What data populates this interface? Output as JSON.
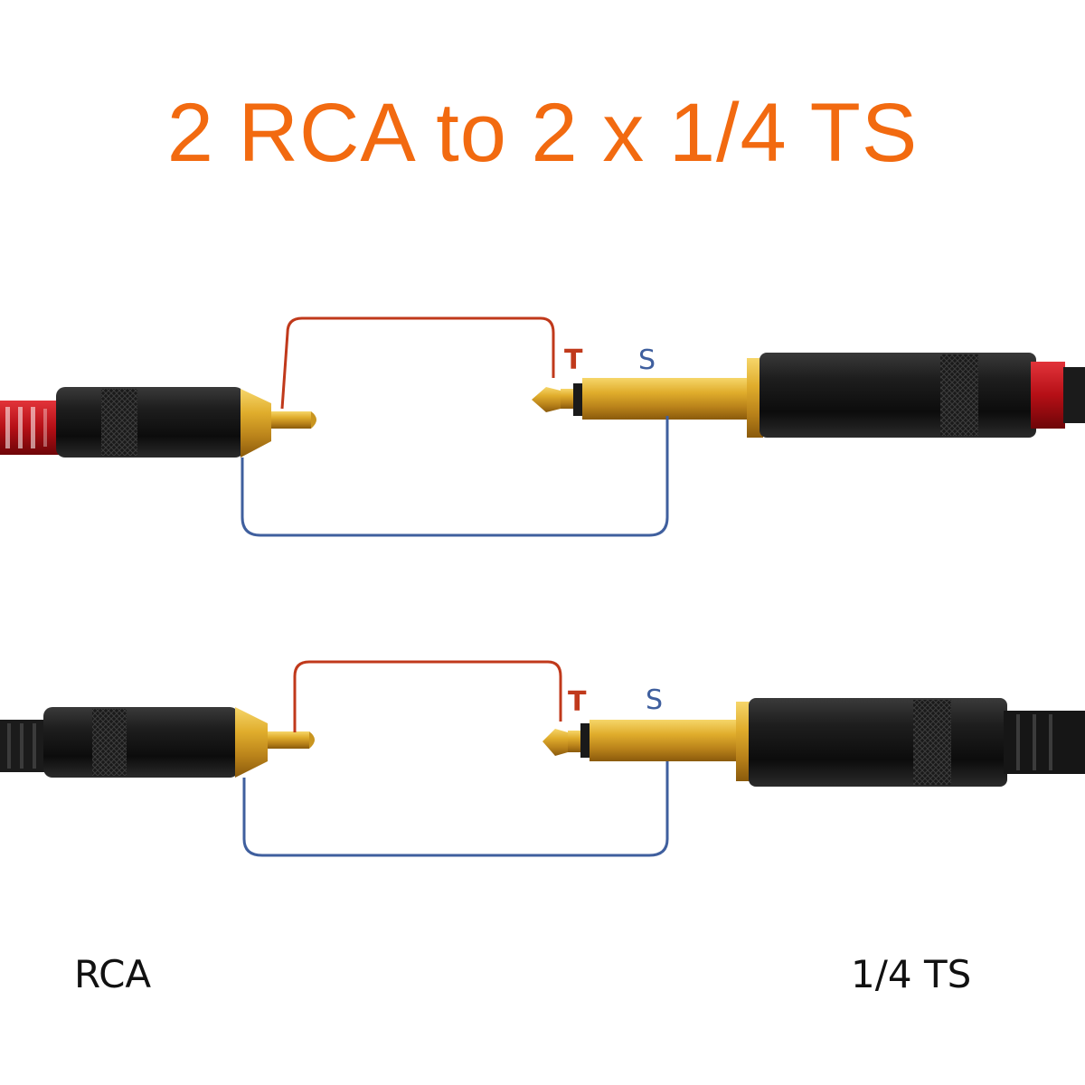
{
  "title": "2 RCA to 2 x 1/4 TS",
  "labels": {
    "rca": "RCA",
    "ts": "1/4 TS",
    "tip": "T",
    "sleeve": "S"
  },
  "colors": {
    "title": "#f26a10",
    "tip_wire": "#c0391b",
    "sleeve_wire": "#3f5f9e",
    "gold": "#d4a327",
    "connector_body": "#161616",
    "cable_top": "#c4151c",
    "cable_bottom": "#1b1b1b"
  },
  "icons": [
    "rca-plug-icon",
    "ts-plug-icon"
  ]
}
